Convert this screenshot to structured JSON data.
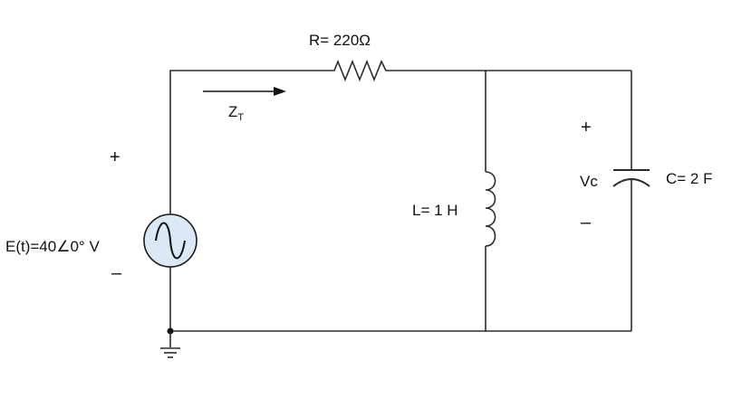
{
  "diagram": {
    "resistor": {
      "label": "R= 220Ω"
    },
    "impedance": {
      "label": "Z",
      "subscript": "T"
    },
    "source": {
      "label": "E(t)=40∠0° V",
      "plus": "+",
      "minus": "–",
      "fill_color": "#dbe9f6",
      "stroke_color": "#1a1a1a"
    },
    "inductor": {
      "label": "L= 1 H"
    },
    "capacitor": {
      "voltage_label": "Vc",
      "value_label": "C= 2 F",
      "plus": "+",
      "minus": "–"
    },
    "ground": {
      "icon": "ground-icon"
    },
    "wire_color": "#2b2b2b"
  }
}
